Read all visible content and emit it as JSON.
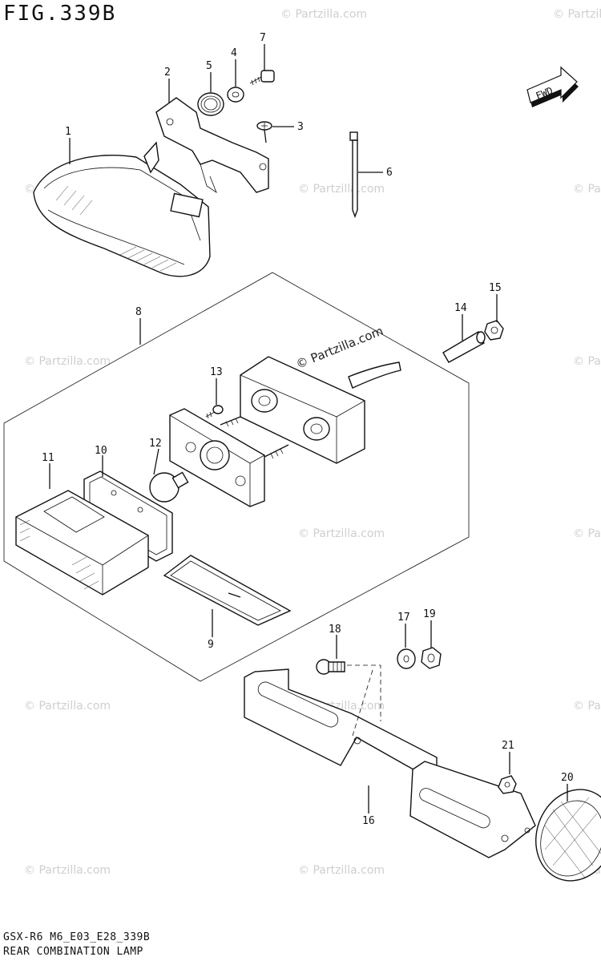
{
  "figure": {
    "title": "FIG.339B",
    "footer_code": "GSX-R6 M6_E03_E28_339B",
    "footer_name": "REAR COMBINATION LAMP",
    "direction_label": "FWD"
  },
  "watermark": {
    "text": "© Partzilla.com"
  },
  "callouts": [
    {
      "id": "1",
      "label": "1"
    },
    {
      "id": "2",
      "label": "2"
    },
    {
      "id": "3",
      "label": "3"
    },
    {
      "id": "4",
      "label": "4"
    },
    {
      "id": "5",
      "label": "5"
    },
    {
      "id": "6",
      "label": "6"
    },
    {
      "id": "7",
      "label": "7"
    },
    {
      "id": "8",
      "label": "8"
    },
    {
      "id": "9",
      "label": "9"
    },
    {
      "id": "10",
      "label": "10"
    },
    {
      "id": "11",
      "label": "11"
    },
    {
      "id": "12",
      "label": "12"
    },
    {
      "id": "13",
      "label": "13"
    },
    {
      "id": "14",
      "label": "14"
    },
    {
      "id": "15",
      "label": "15"
    },
    {
      "id": "16",
      "label": "16"
    },
    {
      "id": "17",
      "label": "17"
    },
    {
      "id": "18",
      "label": "18"
    },
    {
      "id": "19",
      "label": "19"
    },
    {
      "id": "20",
      "label": "20"
    },
    {
      "id": "21",
      "label": "21"
    }
  ],
  "colors": {
    "line": "#111111",
    "watermark": "#cfcfcf",
    "background": "#ffffff"
  }
}
